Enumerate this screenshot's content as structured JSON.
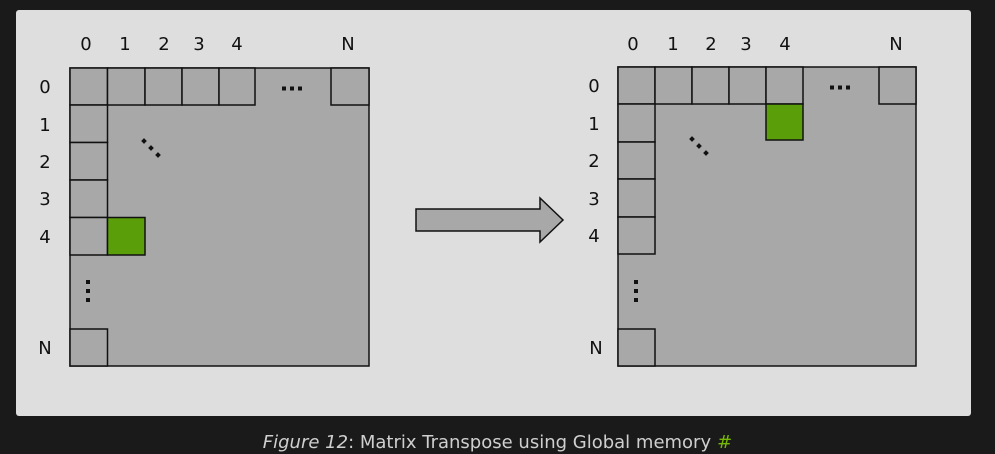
{
  "colors": {
    "page_bg": "#1a1a1a",
    "panel_bg": "#dedede",
    "cell_fill": "#a8a8a8",
    "highlight": "#5a9e0a",
    "border": "#111111",
    "caption_text": "#cfcfcf",
    "anchor": "#76b900"
  },
  "left_matrix": {
    "col_labels": [
      "0",
      "1",
      "2",
      "3",
      "4",
      "N"
    ],
    "row_labels": [
      "0",
      "1",
      "2",
      "3",
      "4",
      "N"
    ],
    "h_ellipsis": "…",
    "highlight": {
      "row": 4,
      "col": 1
    }
  },
  "right_matrix": {
    "col_labels": [
      "0",
      "1",
      "2",
      "3",
      "4",
      "N"
    ],
    "row_labels": [
      "0",
      "1",
      "2",
      "3",
      "4",
      "N"
    ],
    "h_ellipsis": "…",
    "highlight": {
      "row": 1,
      "col": 4
    }
  },
  "arrow_icon": "right-arrow-icon",
  "caption": {
    "figure_label": "Figure 12",
    "text": ": Matrix Transpose using Global memory",
    "anchor": "#"
  }
}
